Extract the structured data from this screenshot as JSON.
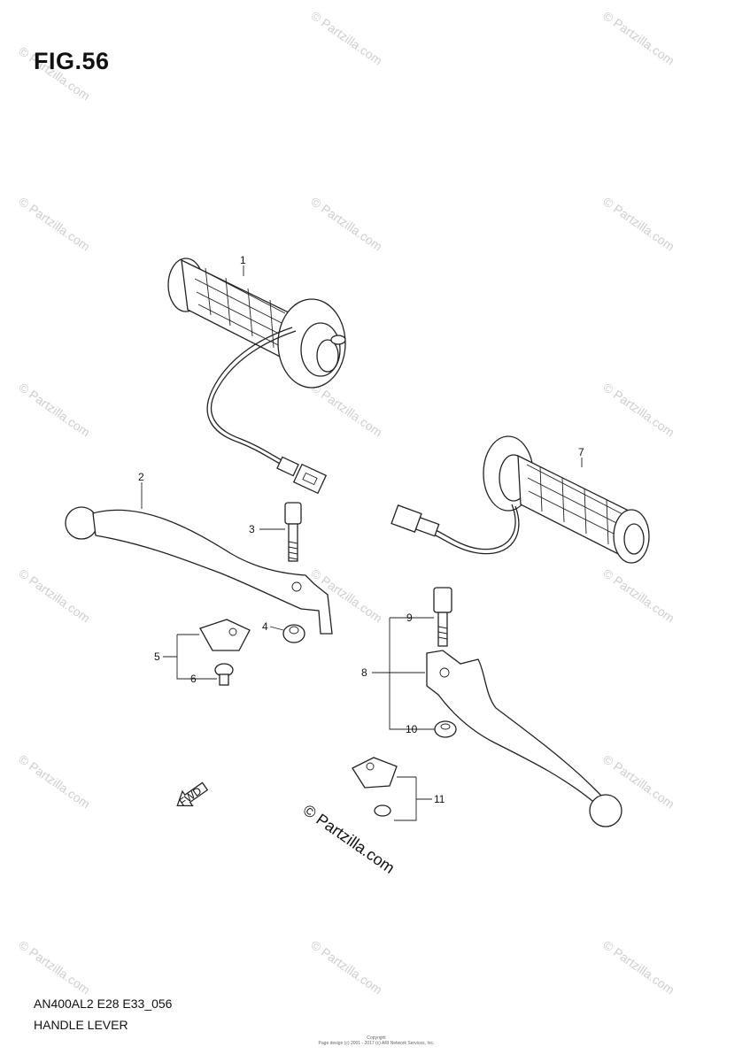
{
  "figure": {
    "title": "FIG.56",
    "model_code": "AN400AL2 E28 E33_056",
    "name": "HANDLE LEVER"
  },
  "callouts": [
    "1",
    "2",
    "3",
    "4",
    "5",
    "6",
    "7",
    "8",
    "9",
    "10",
    "11"
  ],
  "watermark": "© Partzilla.com",
  "copyright_lines": [
    "Copyright",
    "Page design (c) 2001 - 2017 (c) ARI Network Services, Inc."
  ],
  "icons": {
    "direction": "fwd-arrow-icon"
  },
  "direction_label": "FWD"
}
